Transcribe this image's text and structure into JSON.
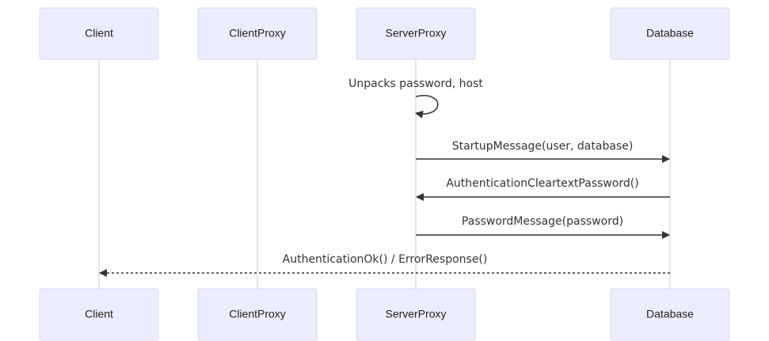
{
  "actors": [
    {
      "id": "client",
      "label": "Client"
    },
    {
      "id": "clientproxy",
      "label": "ClientProxy"
    },
    {
      "id": "serverproxy",
      "label": "ServerProxy"
    },
    {
      "id": "database",
      "label": "Database"
    }
  ],
  "messages": [
    {
      "id": "self",
      "label": "Unpacks password, host"
    },
    {
      "id": "startup",
      "label": "StartupMessage(user, database)"
    },
    {
      "id": "authclear",
      "label": "AuthenticationCleartextPassword()"
    },
    {
      "id": "pwmsg",
      "label": "PasswordMessage(password)"
    },
    {
      "id": "authok",
      "label": "AuthenticationOk() / ErrorResponse()"
    }
  ],
  "colors": {
    "actor_fill": "#ececff",
    "actor_border": "#d8d8ef",
    "lifeline": "#d6d6d6",
    "arrow": "#333333"
  }
}
